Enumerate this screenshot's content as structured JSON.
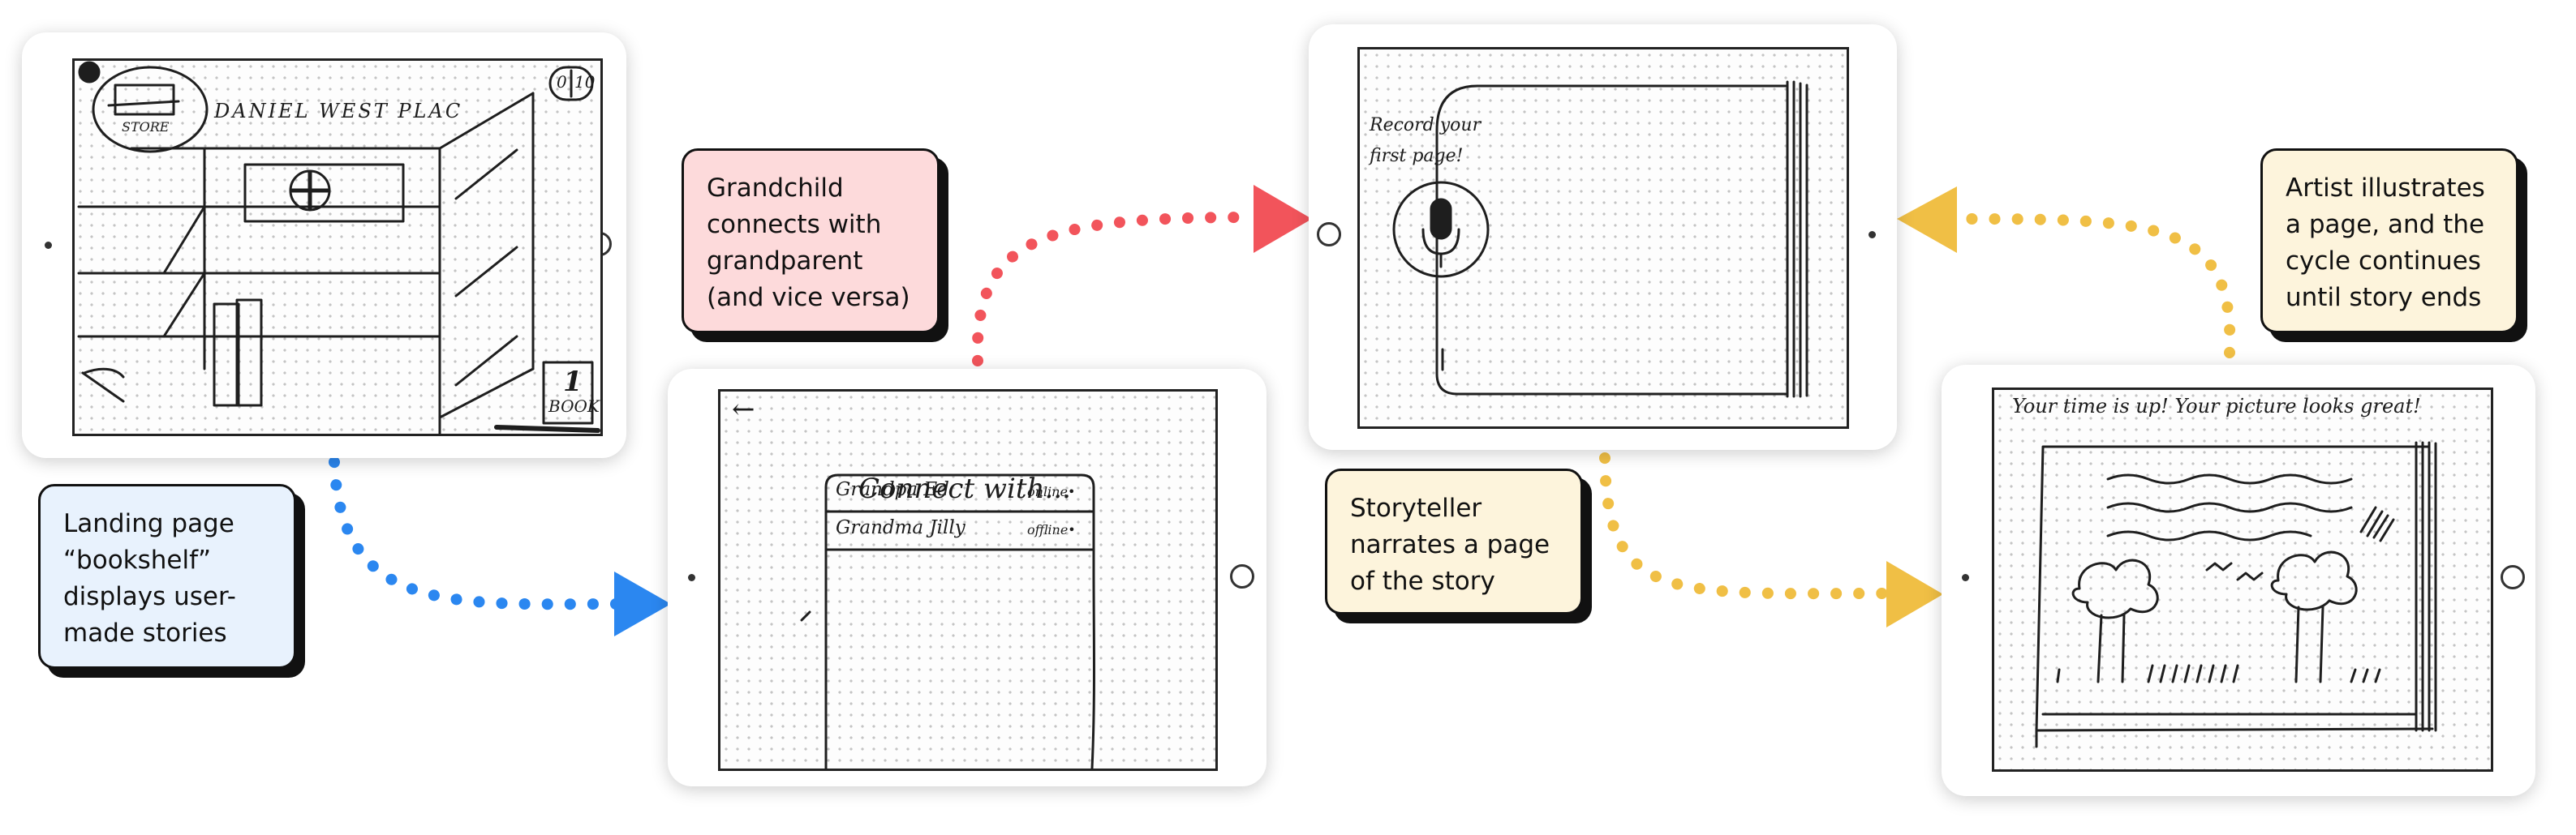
{
  "callouts": {
    "landing": "Landing page “bookshelf” displays user-made stories",
    "grandchild": "Grandchild connects with grandparent (and vice versa)",
    "storyteller": "Storyteller narrates a page of the story",
    "artist": "Artist illustrates a page, and the cycle continues until story ends"
  },
  "screen1": {
    "store_label": "STORE",
    "user_name": "DANIEL WEST PLAC",
    "counter_left": "0",
    "counter_right": "10",
    "book_count": "1",
    "book_label": "BOOK"
  },
  "screen2": {
    "back_arrow": "←",
    "title": "Connect with...",
    "contacts": [
      {
        "name": "Grandpa Ed",
        "status": "online•"
      },
      {
        "name": "Grandma Jilly",
        "status": "offline•"
      }
    ]
  },
  "screen3": {
    "prompt": "Record your first page!"
  },
  "screen4": {
    "message": "Your time is up! Your picture looks great!"
  },
  "colors": {
    "blue_arrow": "#2b87f0",
    "red_arrow": "#f2545b",
    "yellow_arrow": "#f0bf45",
    "blue_callout": "#e8f2fd",
    "red_callout": "#fddadb",
    "yellow_callout": "#fdf4dc"
  },
  "icons": [
    "microphone-icon",
    "plus-icon",
    "back-arrow-icon",
    "store-icon",
    "book-icon",
    "pencil-icon"
  ]
}
